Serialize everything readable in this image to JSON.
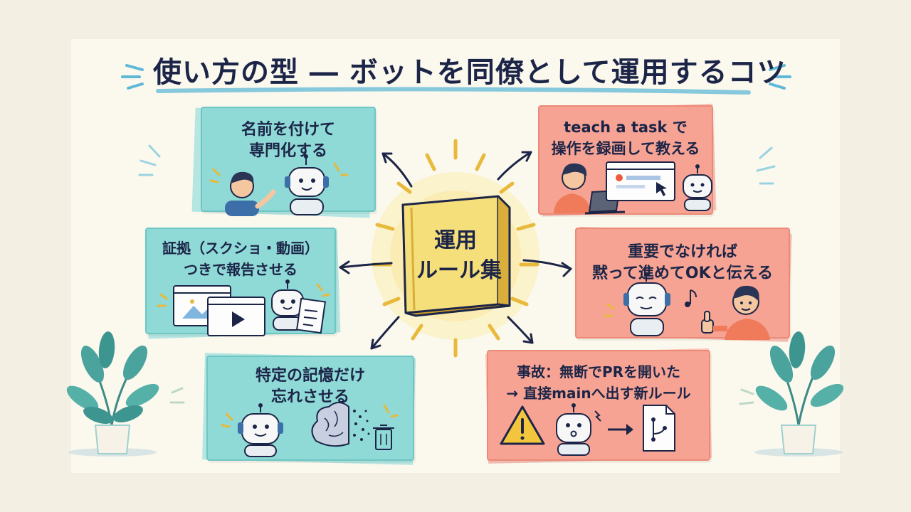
{
  "title": "使い方の型 ― ボットを同僚として運用するコツ",
  "center": {
    "line1": "運用",
    "line2": "ルール集"
  },
  "cards": {
    "naming": {
      "line1": "名前を付けて",
      "line2": "専門化する"
    },
    "evidence": {
      "line1": "証拠（スクショ・動画）",
      "line2": "つきで報告させる"
    },
    "forget": {
      "line1": "特定の記憶だけ",
      "line2": "忘れさせる"
    },
    "teach": {
      "line1": "teach a task で",
      "line2": "操作を録画して教える"
    },
    "silent": {
      "line1": "重要でなければ",
      "line2": "黙って進めてOKと伝える"
    },
    "incident": {
      "line1": "事故：無断でPRを開いた",
      "line2": "→ 直接mainへ出す新ルール"
    }
  },
  "colors": {
    "teal": "#8fd9d6",
    "salmon": "#f6a394",
    "book": "#f5df7a",
    "ink": "#1c2547"
  }
}
